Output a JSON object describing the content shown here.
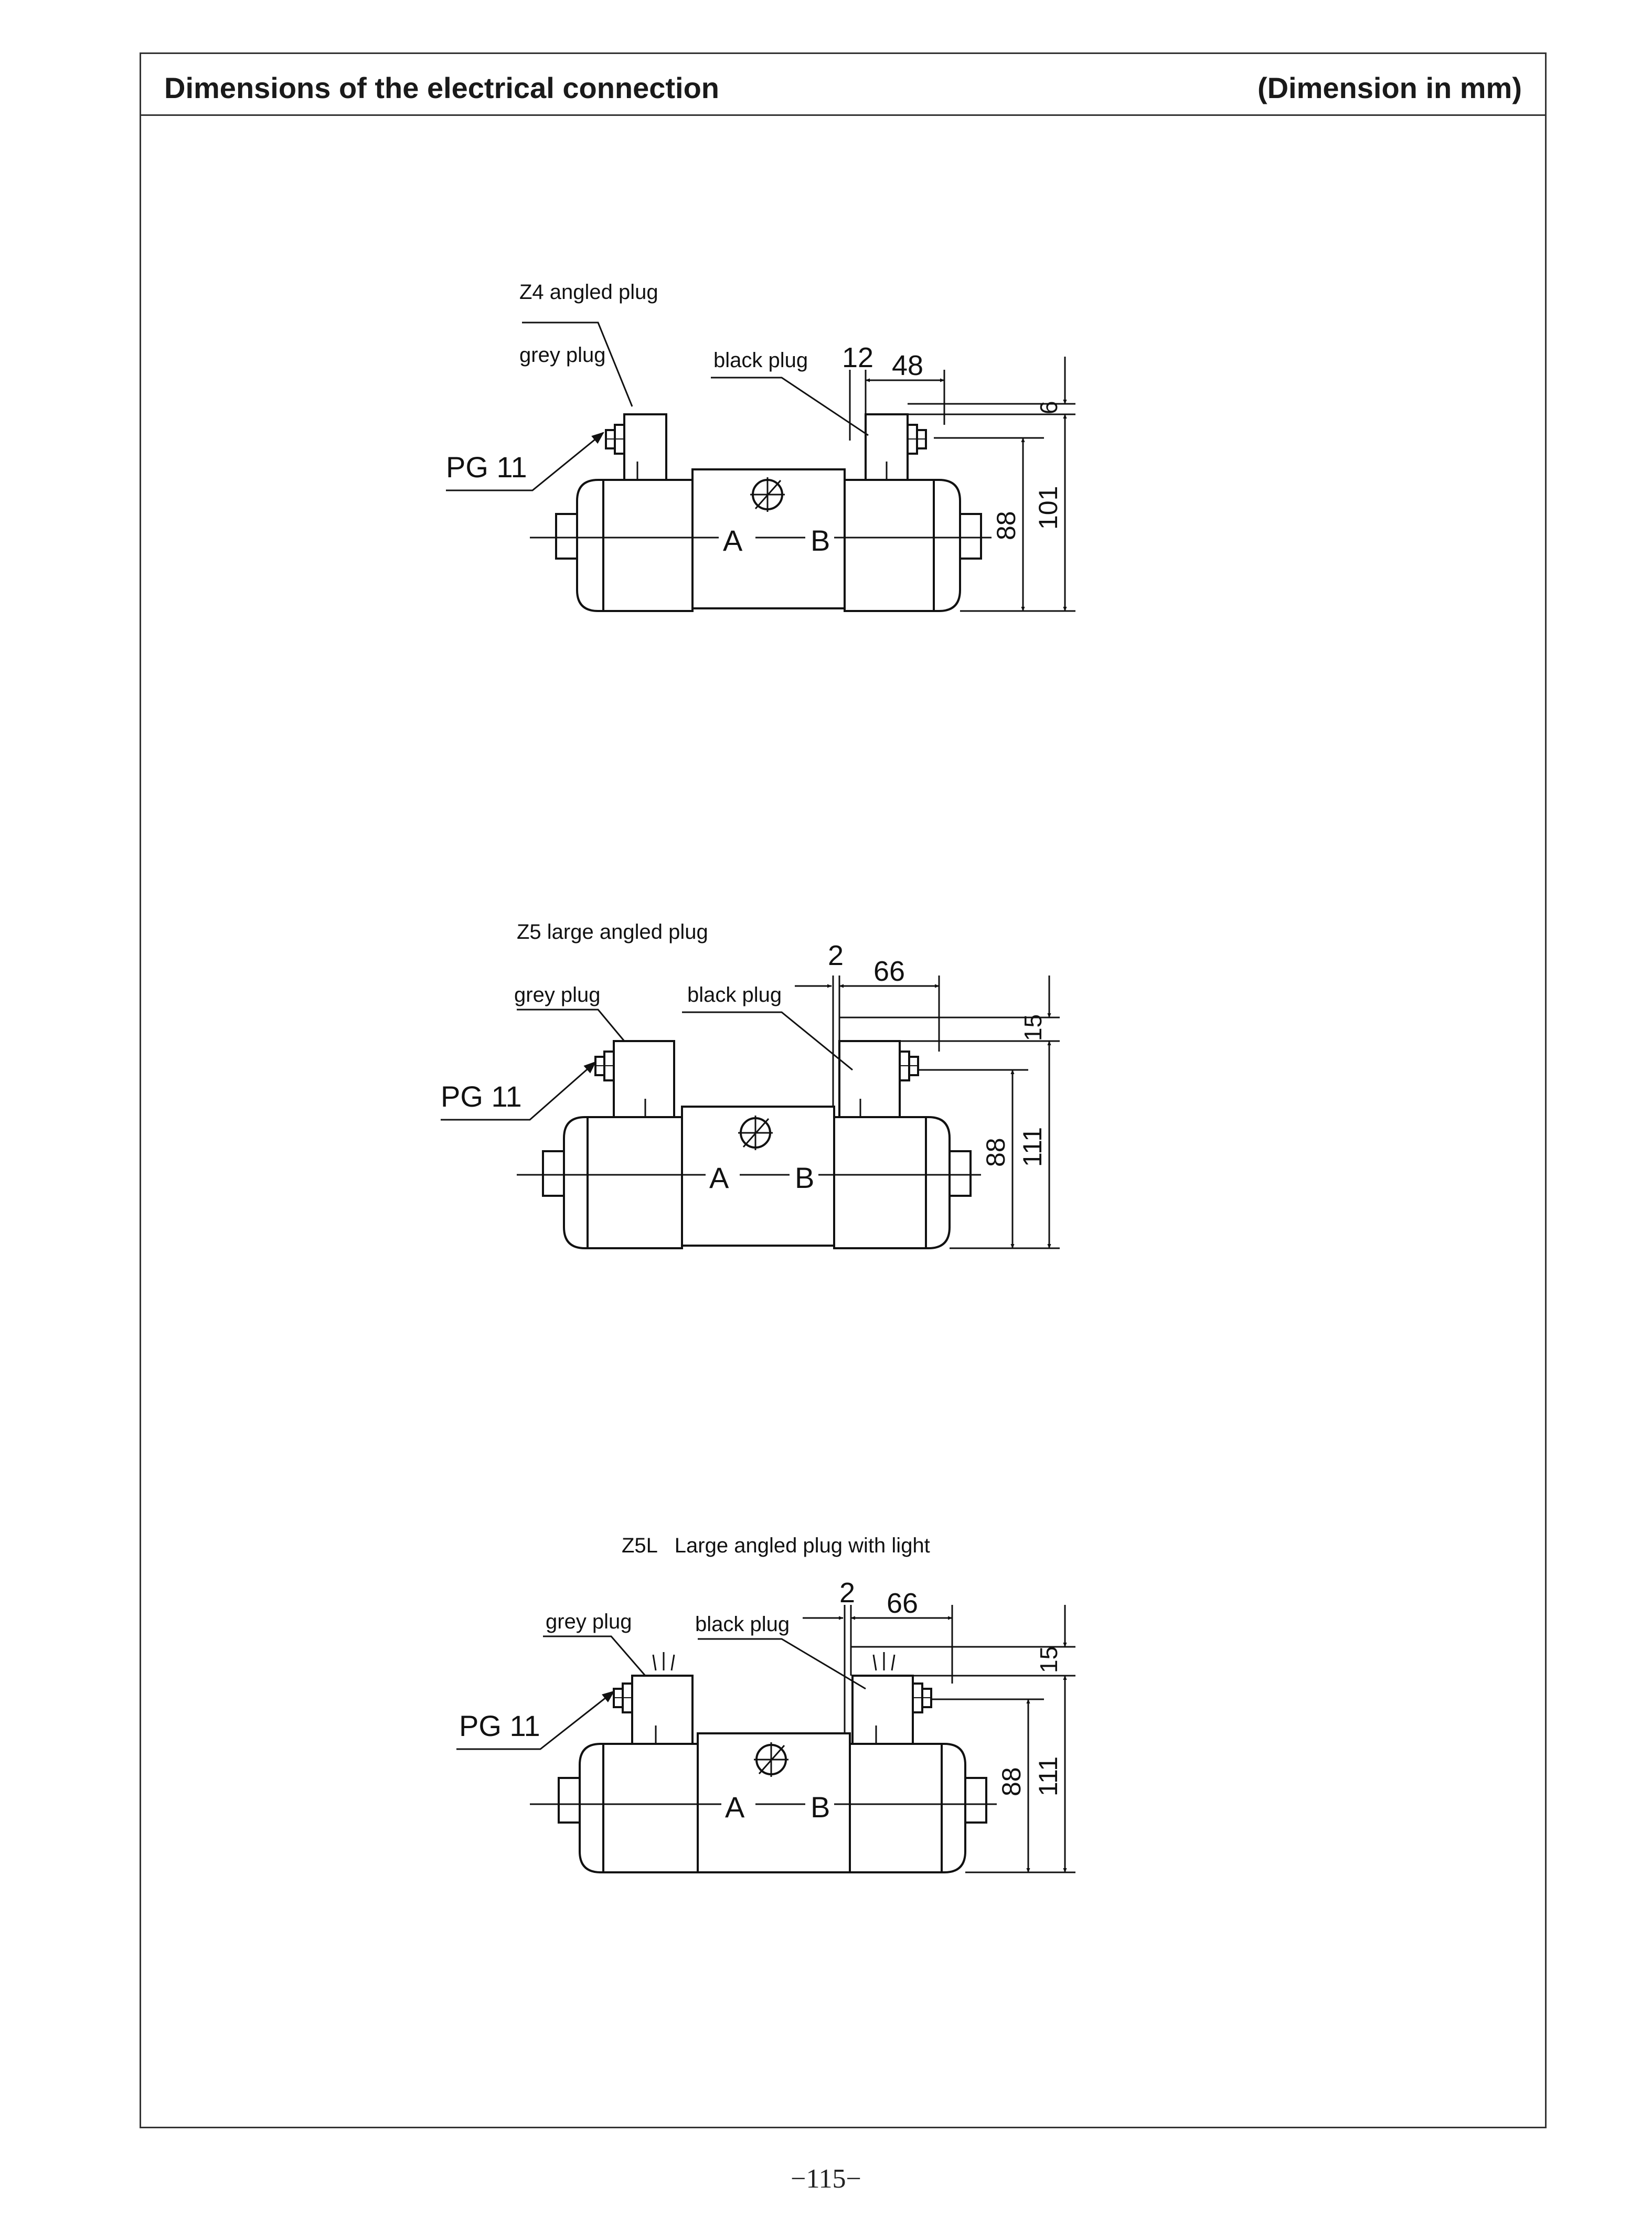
{
  "header": {
    "title": "Dimensions of the electrical connection",
    "unit_note": "(Dimension in mm)"
  },
  "diagrams": [
    {
      "caption": "Z4 angled plug",
      "grey_plug": "grey plug",
      "black_plug": "black plug",
      "pg": "PG 11",
      "port_a": "A",
      "port_b": "B",
      "dim_gap": "12",
      "dim_width": "48",
      "dim_top": "6",
      "dim_h1": "88",
      "dim_h2": "101"
    },
    {
      "caption": "Z5 large angled plug",
      "grey_plug": "grey plug",
      "black_plug": "black plug",
      "pg": "PG 11",
      "port_a": "A",
      "port_b": "B",
      "dim_gap": "2",
      "dim_width": "66",
      "dim_top": "15",
      "dim_h1": "88",
      "dim_h2": "111"
    },
    {
      "caption": "Z5L   Large angled plug with light",
      "grey_plug": "grey plug",
      "black_plug": "black plug",
      "pg": "PG 11",
      "port_a": "A",
      "port_b": "B",
      "dim_gap": "2",
      "dim_width": "66",
      "dim_top": "15",
      "dim_h1": "88",
      "dim_h2": "111"
    }
  ],
  "page_number": "−115−"
}
